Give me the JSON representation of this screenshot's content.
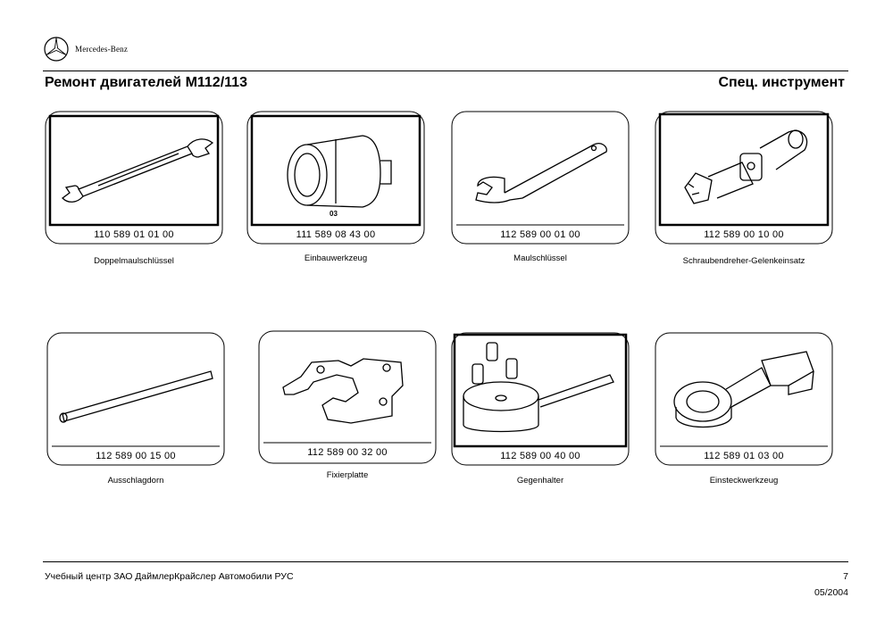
{
  "header": {
    "brand": "Mercedes-Benz",
    "title_left": "Ремонт двигателей M112/113",
    "title_right": "Спец. инструмент"
  },
  "tools": [
    {
      "part_number": "110 589 01 01 00",
      "name": "Doppelmaulschlüssel",
      "icon": "double-open-end-wrench-icon"
    },
    {
      "part_number": "111 589 08 43 00",
      "name": "Einbauwerkzeug",
      "icon": "installation-tool-icon",
      "label": "03"
    },
    {
      "part_number": "112 589 00 01 00",
      "name": "Maulschlüssel",
      "icon": "open-end-wrench-icon"
    },
    {
      "part_number": "112 589 00 10 00",
      "name": "Schraubendreher-Gelenkeinsatz",
      "icon": "universal-joint-socket-icon"
    },
    {
      "part_number": "112 589 00 15 00",
      "name": "Ausschlagdorn",
      "icon": "drift-punch-icon"
    },
    {
      "part_number": "112 589 00 32 00",
      "name": "Fixierplatte",
      "icon": "locking-plate-icon"
    },
    {
      "part_number": "112 589 00 40 00",
      "name": "Gegenhalter",
      "icon": "counterholder-icon"
    },
    {
      "part_number": "112 589 01 03 00",
      "name": "Einsteckwerkzeug",
      "icon": "ring-spanner-insert-icon"
    }
  ],
  "footer": {
    "org": "Учебный центр ЗАО ДаймлерКрайслер Автомобили РУС",
    "page": "7",
    "date": "05/2004"
  }
}
